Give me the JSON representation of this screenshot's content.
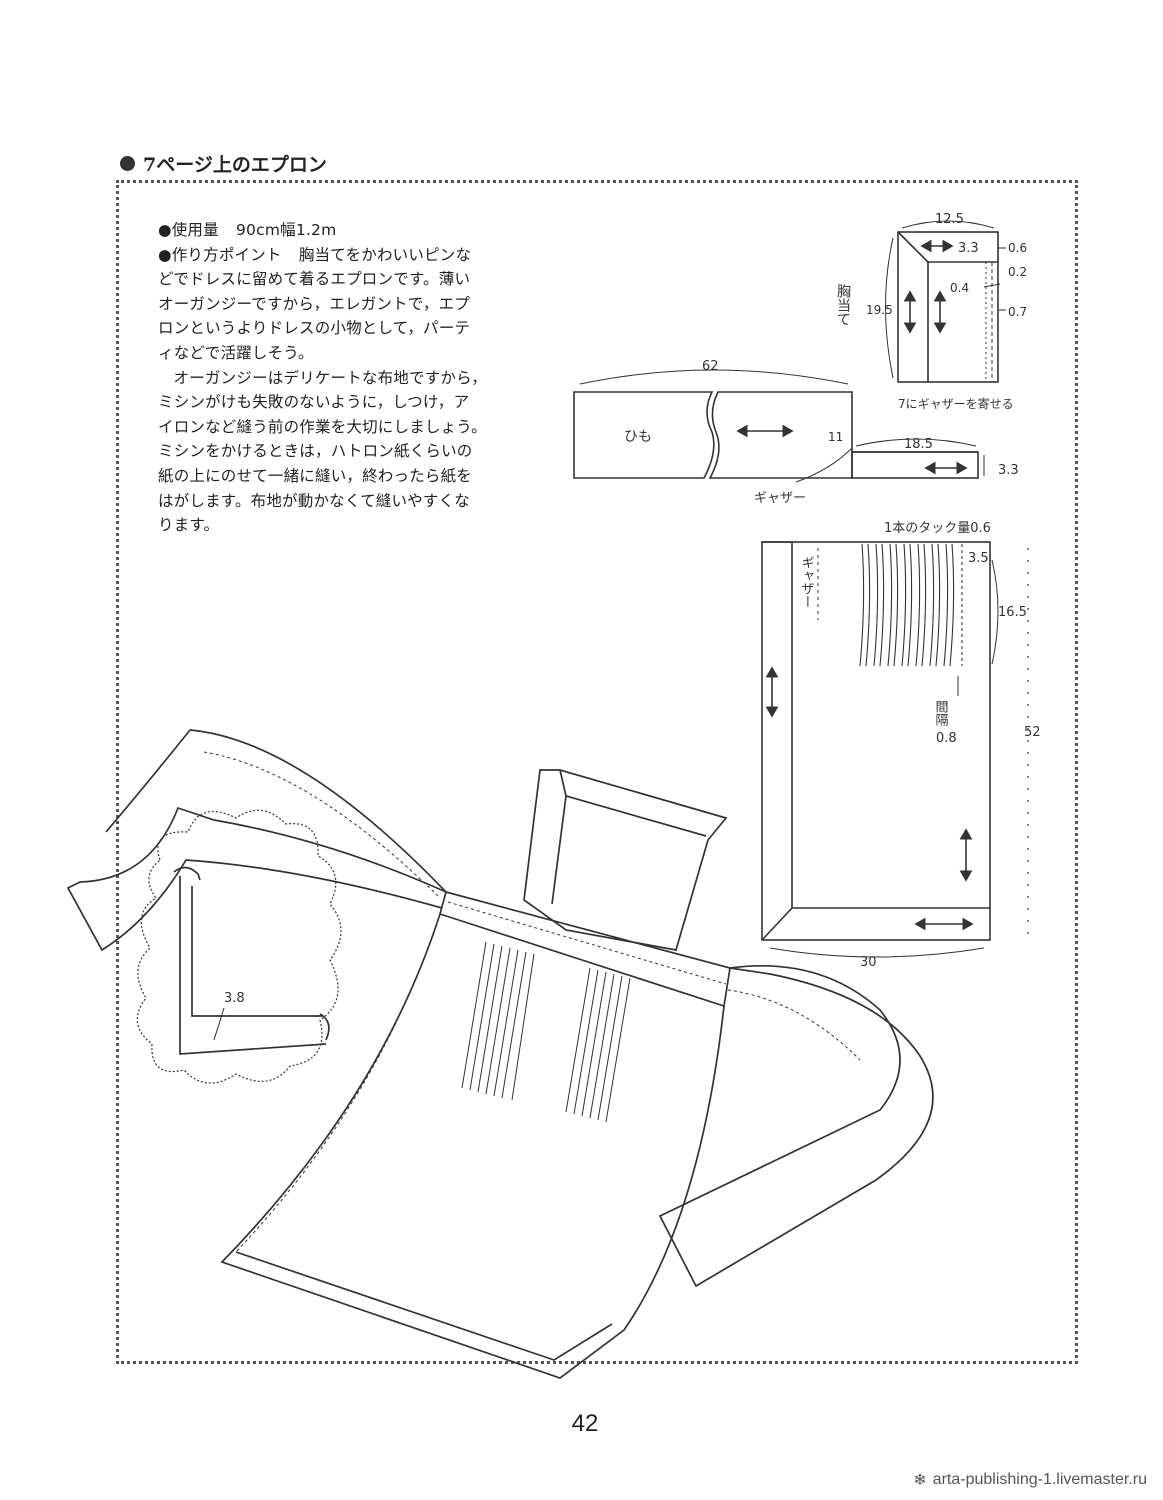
{
  "header": {
    "title": "7ページ上のエプロン"
  },
  "text": {
    "fabric_label": "●使用量",
    "fabric_value": "90cm幅1.2m",
    "point_label": "●作り方ポイント",
    "point_lines": [
      "胸当てをかわいいピンな",
      "どでドレスに留めて着るエプロンです。薄い",
      "オーガンジーですから，エレガントで，エプ",
      "ロンというよりドレスの小物として，パーテ",
      "ィなどで活躍しそう。"
    ],
    "body_lines": [
      "オーガンジーはデリケートな布地ですから，",
      "ミシンがけも失敗のないように，しつけ，ア",
      "イロンなど縫う前の作業を大切にしましょう。",
      "ミシンをかけるときは，ハトロン紙くらいの",
      "紙の上にのせて一緒に縫い，終わったら紙を",
      "はがします。布地が動かなくて縫いやすくな",
      "ります。"
    ]
  },
  "bib": {
    "label": "胸当て",
    "width": "12.5",
    "height": "19.5",
    "inner": "3.3",
    "m1": "0.6",
    "m2": "0.2",
    "m3": "0.4",
    "m4": "0.7",
    "note": "7にギャザーを寄せる"
  },
  "tie": {
    "length": "62",
    "label": "ひも",
    "mark": "11",
    "waist_len": "18.5",
    "waist_h": "3.3",
    "gather": "ギャザー"
  },
  "skirt": {
    "tuck_note": "1本のタック量0.6",
    "tuck_top": "3.5",
    "tuck_len": "16.5",
    "gather": "ギャザー",
    "spacing": "間隔",
    "spacing_val": "0.8",
    "height": "52",
    "width": "30"
  },
  "detail": {
    "hem": "3.8"
  },
  "footer": {
    "page_number": "42",
    "watermark": "arta-publishing-1.livemaster.ru"
  }
}
